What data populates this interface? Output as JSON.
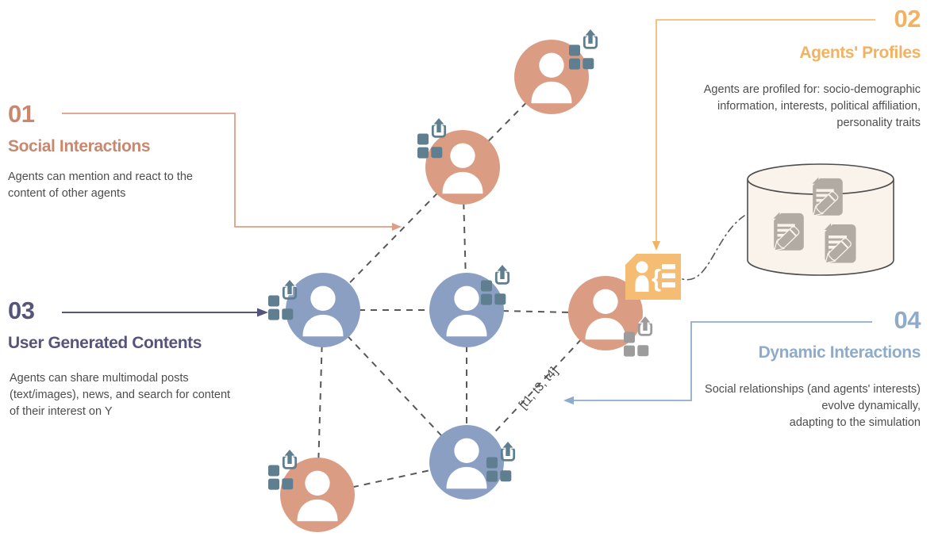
{
  "colors": {
    "salmon_text": "#c9886e",
    "salmon_line": "#dd9e86",
    "agent_orange": "#db9c84",
    "amber": "#f2b263",
    "card_fill": "#f5bd74",
    "navy": "#55557c",
    "steel": "#8fabca",
    "agent_blue": "#8a9fc2",
    "icon_slate": "#5f7f90",
    "icon_gray": "#9c9c9c",
    "edge_gray": "#585858",
    "body_text": "#4d4d4d",
    "db_fill": "#faf3ec",
    "db_stroke": "#4d4d4d",
    "doc_gray": "#b2aba4"
  },
  "sections": {
    "s01": {
      "number": "01",
      "title": "Social Interactions",
      "description": "Agents can mention and react to the\ncontent of other agents"
    },
    "s02": {
      "number": "02",
      "title": "Agents' Profiles",
      "description": "Agents are profiled for: socio-demographic\ninformation, interests, political affiliation,\npersonality traits"
    },
    "s03": {
      "number": "03",
      "title": "User Generated Contents",
      "description": "Agents can share multimodal posts\n(text/images), news, and search for content\nof their interest on Y"
    },
    "s04": {
      "number": "04",
      "title": "Dynamic Interactions",
      "description": "Social relationships (and agents' interests)\nevolve dynamically,\nadapting to the simulation"
    }
  },
  "network": {
    "edge_label": "[t1, t3, t4]",
    "nodes": [
      {
        "id": "agent-top",
        "color": "orange"
      },
      {
        "id": "agent-upper-mid",
        "color": "orange"
      },
      {
        "id": "agent-left",
        "color": "blue"
      },
      {
        "id": "agent-center",
        "color": "blue"
      },
      {
        "id": "agent-right",
        "color": "orange"
      },
      {
        "id": "agent-bottom",
        "color": "blue"
      },
      {
        "id": "agent-bottom-left",
        "color": "orange"
      }
    ],
    "edges": [
      [
        "agent-top",
        "agent-upper-mid"
      ],
      [
        "agent-upper-mid",
        "agent-left"
      ],
      [
        "agent-upper-mid",
        "agent-center"
      ],
      [
        "agent-left",
        "agent-center"
      ],
      [
        "agent-center",
        "agent-right"
      ],
      [
        "agent-left",
        "agent-bottom"
      ],
      [
        "agent-left",
        "agent-bottom-left"
      ],
      [
        "agent-bottom-left",
        "agent-bottom"
      ],
      [
        "agent-center",
        "agent-bottom"
      ],
      [
        "agent-right",
        "agent-bottom"
      ]
    ]
  }
}
